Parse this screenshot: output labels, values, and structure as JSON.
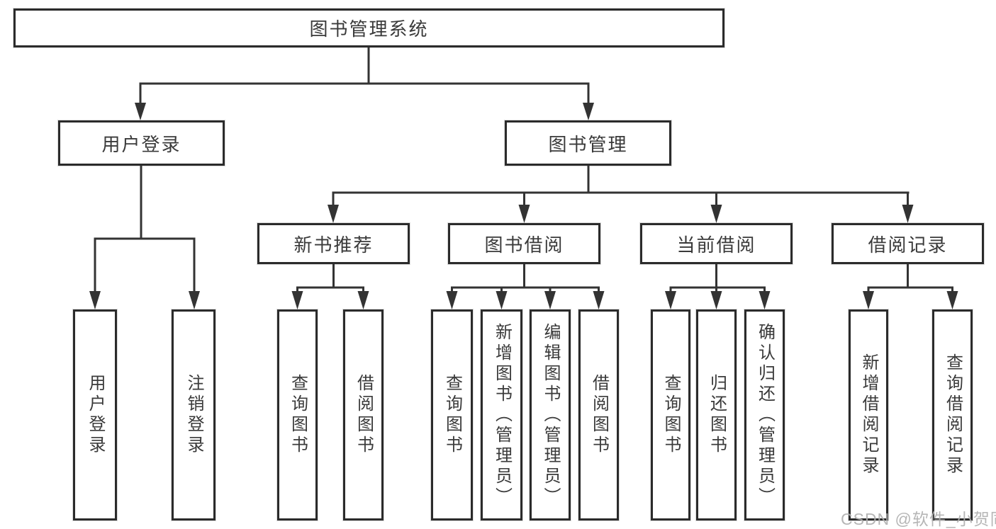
{
  "diagram": {
    "root": {
      "label": "图书管理系统"
    },
    "user_login": {
      "label": "用户登录",
      "children": {
        "login": {
          "label": "用户登录"
        },
        "logout": {
          "label": "注销登录"
        }
      }
    },
    "book_mgmt": {
      "label": "图书管理",
      "children": {
        "new_book": {
          "label": "新书推荐",
          "children": {
            "query": {
              "label": "查询图书"
            },
            "borrow": {
              "label": "借阅图书"
            }
          }
        },
        "borrowing": {
          "label": "图书借阅",
          "children": {
            "query": {
              "label": "查询图书"
            },
            "add": {
              "label": "新增图书（管理员）"
            },
            "edit": {
              "label": "编辑图书（管理员）"
            },
            "borrow": {
              "label": "借阅图书"
            }
          }
        },
        "current": {
          "label": "当前借阅",
          "children": {
            "query": {
              "label": "查询图书"
            },
            "return": {
              "label": "归还图书"
            },
            "confirm": {
              "label": "确认归还（管理员）"
            }
          }
        },
        "records": {
          "label": "借阅记录",
          "children": {
            "add": {
              "label": "新增借阅记录"
            },
            "query": {
              "label": "查询借阅记录"
            }
          }
        }
      }
    }
  },
  "watermark": {
    "text": "CSDN @软件_小贺同学"
  },
  "colors": {
    "line": "#333333",
    "box_border": "#2b2b2b",
    "text": "#3a3a3a",
    "background": "#ffffff",
    "watermark": "#b0b0b0"
  }
}
